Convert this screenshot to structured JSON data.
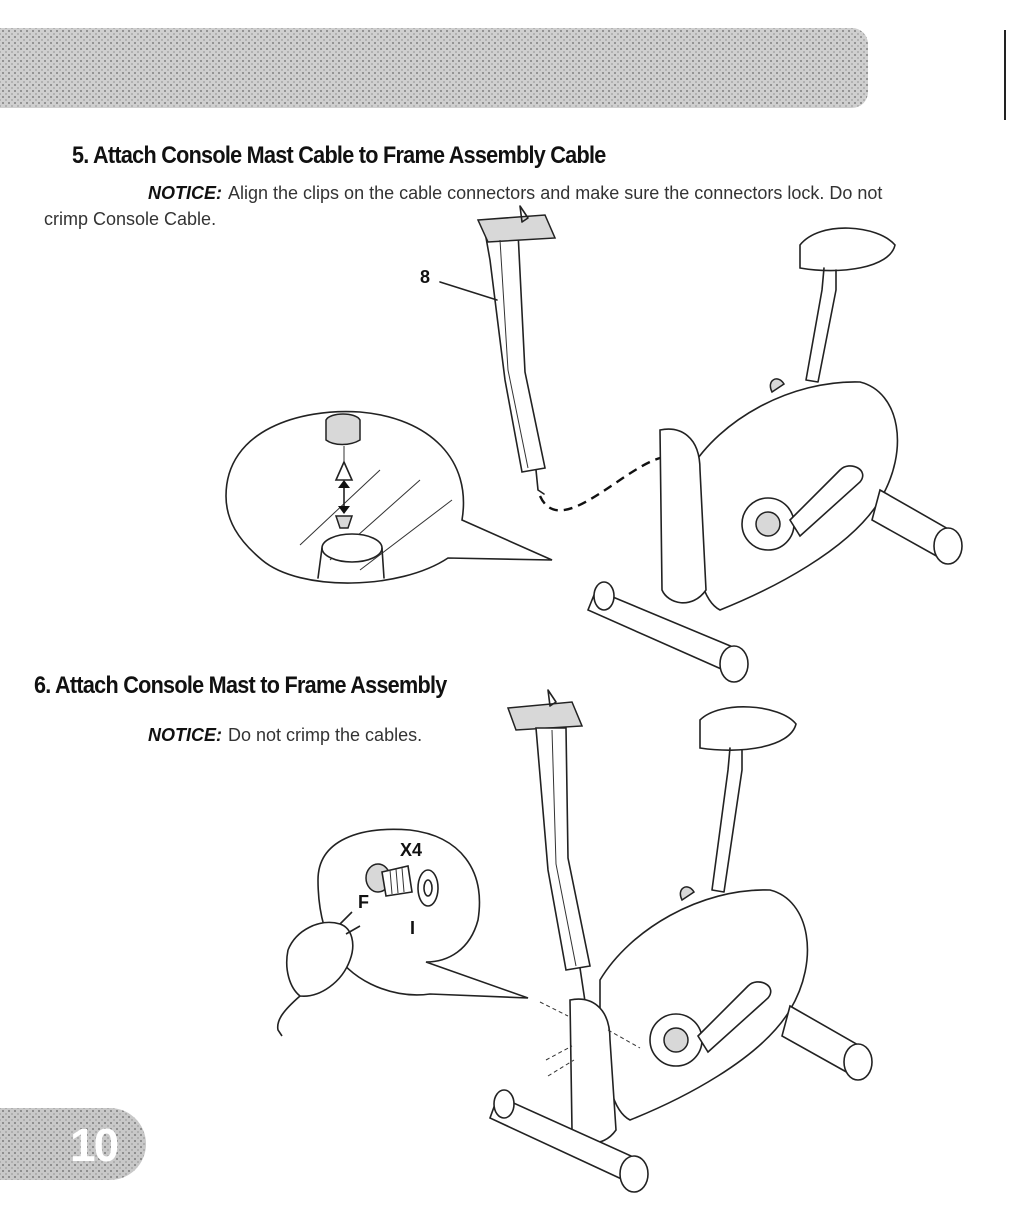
{
  "steps": [
    {
      "title": "5. Attach Console Mast Cable to Frame Assembly Cable",
      "notice_label": "NOTICE:",
      "notice_text": "Align the clips on the cable connectors and make sure the connectors lock. Do not crimp Console Cable.",
      "callouts": {
        "part": "8"
      }
    },
    {
      "title": "6. Attach Console Mast to Frame Assembly",
      "notice_label": "NOTICE:",
      "notice_text": "Do not crimp the cables.",
      "callouts": {
        "quantity": "X4",
        "bolt": "F",
        "washer": "I"
      }
    }
  ],
  "page_number": "10",
  "colors": {
    "band": "#cfcfcf",
    "ink": "#1a1a1a"
  }
}
